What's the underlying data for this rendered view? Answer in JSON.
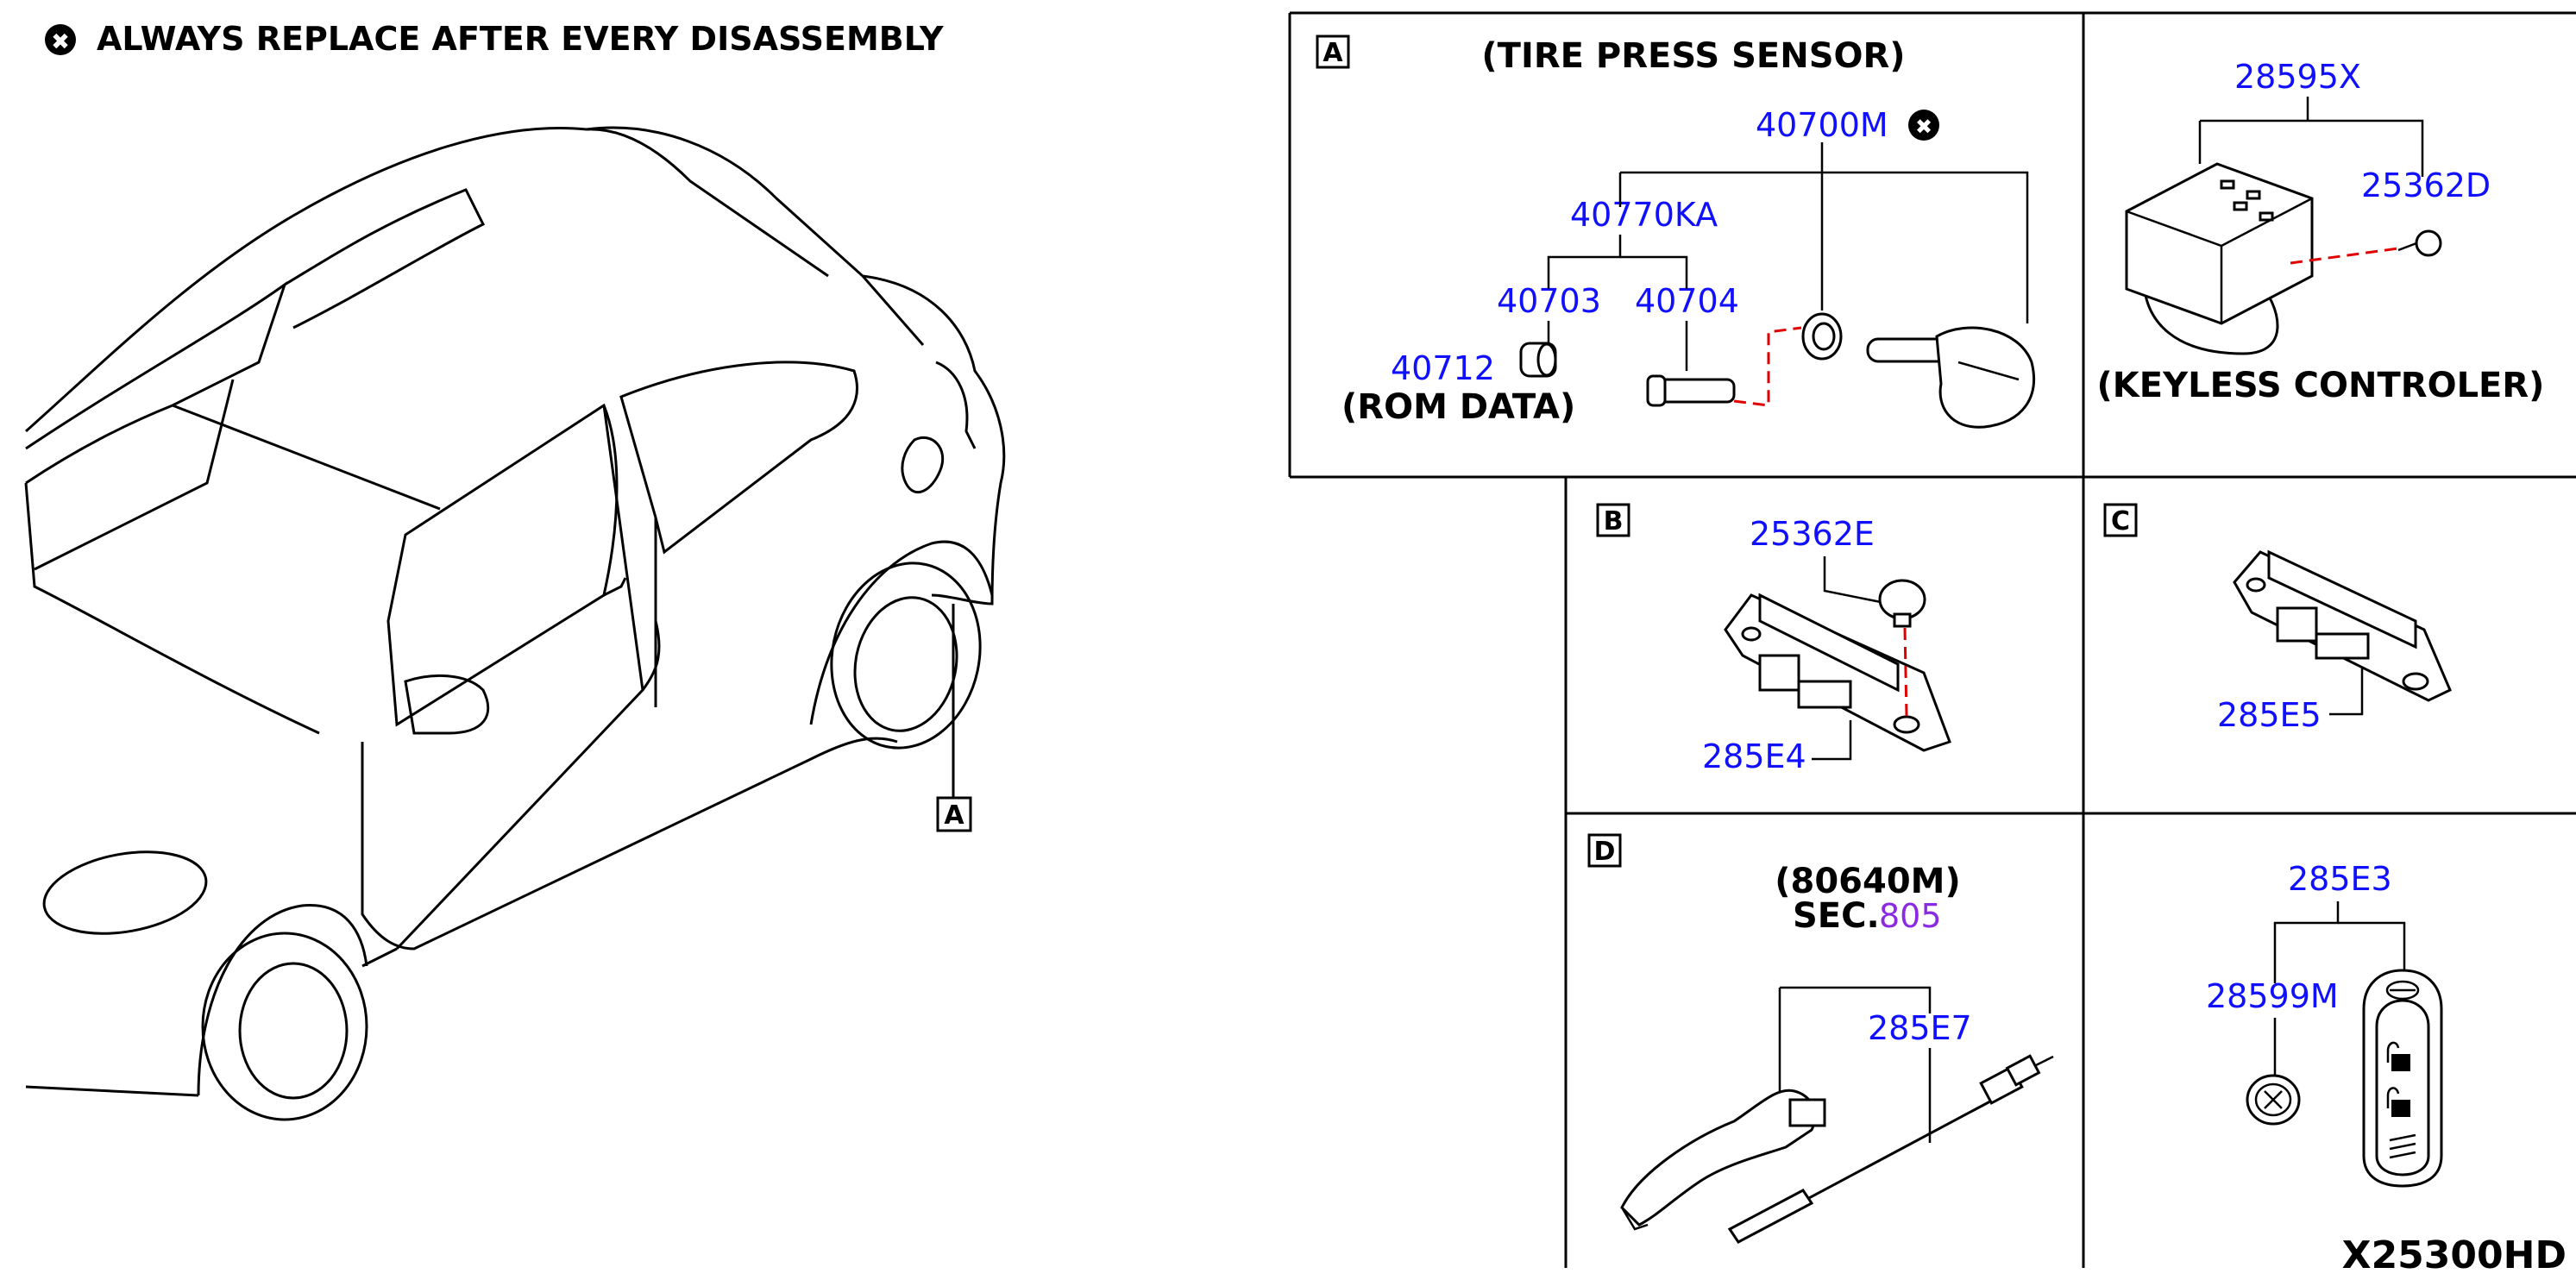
{
  "note": {
    "symbol": "✖",
    "text": "ALWAYS REPLACE AFTER EVERY DISASSEMBLY"
  },
  "car_callout": "A",
  "sections": {
    "A": {
      "letter": "A",
      "title": "(TIRE PRESS SENSOR)",
      "parts": [
        "40700M",
        "40770KA",
        "40703",
        "40704",
        "40712"
      ],
      "rom_note": "(ROM DATA)"
    },
    "keyless": {
      "parts": [
        "28595X",
        "25362D"
      ],
      "caption": "(KEYLESS CONTROLER)"
    },
    "B": {
      "letter": "B",
      "parts": [
        "25362E",
        "285E4"
      ]
    },
    "C": {
      "letter": "C",
      "parts": [
        "285E5"
      ]
    },
    "D": {
      "letter": "D",
      "ref_line1": "(80640M)",
      "ref_line2_prefix": "SEC.",
      "ref_line2_link": "805",
      "parts": [
        "285E7"
      ]
    },
    "key": {
      "parts": [
        "285E3",
        "28599M"
      ]
    }
  },
  "diagram_code": "X25300HD",
  "colors": {
    "part_number": "#1010ff",
    "section_link": "#8a2be2",
    "guide_line": "#e00000"
  }
}
